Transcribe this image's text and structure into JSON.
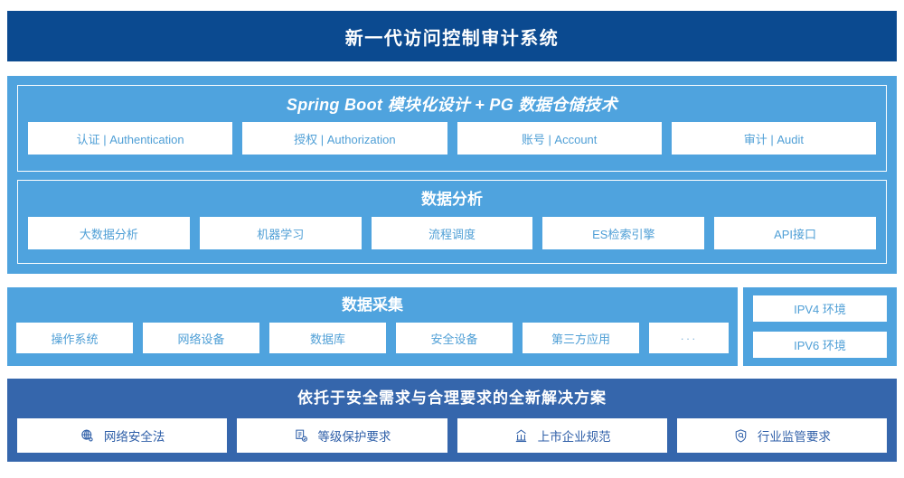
{
  "header": {
    "title": "新一代访问控制审计系统"
  },
  "architecture": {
    "spring_group": {
      "title": "Spring Boot 模块化设计 + PG 数据仓储技术",
      "cards": [
        "认证 | Authentication",
        "授权 | Authorization",
        "账号 | Account",
        "审计 | Audit"
      ]
    },
    "analysis_group": {
      "title": "数据分析",
      "cards": [
        "大数据分析",
        "机器学习",
        "流程调度",
        "ES检索引擎",
        "API接口"
      ]
    }
  },
  "collection": {
    "title": "数据采集",
    "cards": [
      "操作系统",
      "网络设备",
      "数据库",
      "安全设备",
      "第三方应用",
      "···"
    ]
  },
  "environment": {
    "items": [
      "IPV4 环境",
      "IPV6 环境"
    ]
  },
  "solution": {
    "title": "依托于安全需求与合理要求的全新解决方案",
    "cards": [
      {
        "label": "网络安全法",
        "icon": "globe-network-icon"
      },
      {
        "label": "等级保护要求",
        "icon": "document-check-icon"
      },
      {
        "label": "上市企业规范",
        "icon": "bank-building-icon"
      },
      {
        "label": "行业监管要求",
        "icon": "shield-search-icon"
      }
    ]
  },
  "colors": {
    "header_blue": "#0b4a90",
    "panel_blue": "#4fa3de",
    "bottom_blue": "#3566ac",
    "card_text_blue": "#4f9fd6",
    "bottom_card_text": "#2f5fa8",
    "card_white": "#ffffff"
  }
}
